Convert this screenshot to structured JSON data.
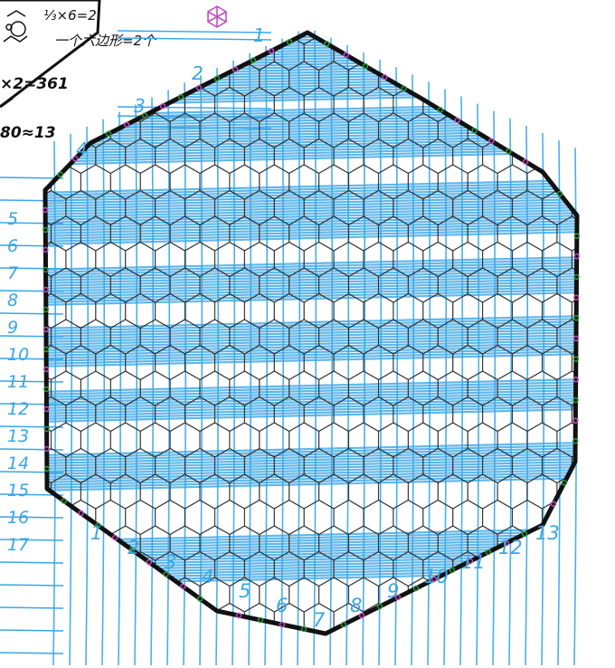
{
  "sketch": {
    "notes": [
      "⅓×6=2",
      "一个六边形=2个",
      "×2=361",
      "80≈13"
    ],
    "left_labels": [
      "5",
      "6",
      "7",
      "8",
      "9",
      "10",
      "11",
      "12",
      "13",
      "14",
      "15",
      "16",
      "17"
    ],
    "top_labels": [
      "1",
      "2",
      "3",
      "4"
    ],
    "bottom_labels": [
      "1",
      "2",
      "3",
      "4",
      "5",
      "6",
      "7",
      "8",
      "9",
      "10",
      "11",
      "12",
      "13"
    ],
    "colors": {
      "fill_blue": "#3aa6e6",
      "outline": "#111111",
      "hex_grid": "#2a2a2a",
      "tick_green": "#2f9a3a",
      "tick_magenta": "#c04fc0"
    },
    "icon": "hexagon-sticker-icon"
  }
}
